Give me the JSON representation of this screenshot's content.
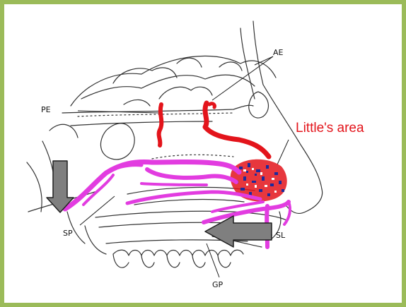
{
  "title": "Little's area",
  "labels": {
    "ae": "AE",
    "pe": "PE",
    "sp": "SP",
    "sl": "SL",
    "gp": "GP"
  },
  "colors": {
    "frame": "#9bbb59",
    "ethmoidal_arteries": "#e3141b",
    "palatine_sphenopalatine_arteries": "#e23ce0",
    "plexus_blue": "#1b2a9c",
    "arrow_fill": "#7f7f7f",
    "anatomy_line": "#333333"
  },
  "icons": {
    "down_arrow": "down-arrow-icon",
    "left_arrow": "left-arrow-icon"
  }
}
